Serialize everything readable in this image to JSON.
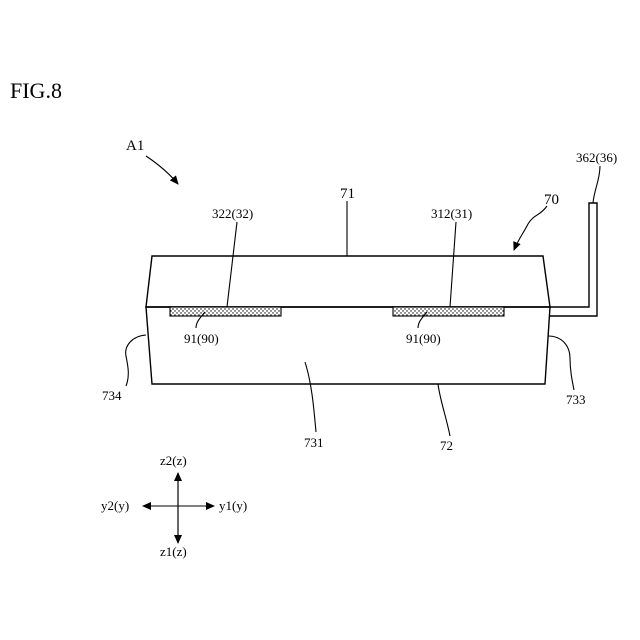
{
  "figure": {
    "title": "FIG.8",
    "assembly_label": "A1"
  },
  "labels": {
    "upper_layer": "71",
    "lower_layer": "72",
    "device": "70",
    "lead_top": "362(36)",
    "electrode_left": "322(32)",
    "electrode_right": "312(31)",
    "pad_left": "91(90)",
    "pad_right": "91(90)",
    "side_left": "734",
    "side_right": "733",
    "front_face": "731"
  },
  "axes": {
    "z2": "z2(z)",
    "z1": "z1(z)",
    "y1": "y1(y)",
    "y2": "y2(y)"
  }
}
